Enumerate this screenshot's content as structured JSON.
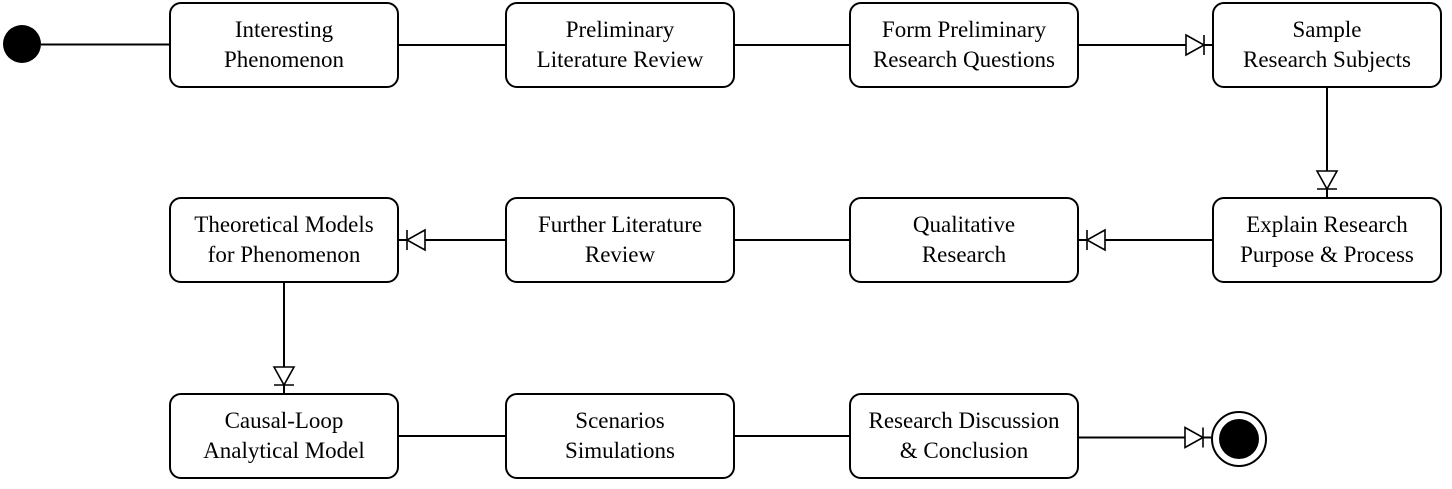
{
  "diagram": {
    "nodes": [
      {
        "id": "interesting-phenomenon",
        "lines": [
          "Interesting",
          "Phenomenon"
        ]
      },
      {
        "id": "preliminary-literature-review",
        "lines": [
          "Preliminary",
          "Literature Review"
        ]
      },
      {
        "id": "form-preliminary-research-questions",
        "lines": [
          "Form Preliminary",
          "Research Questions"
        ]
      },
      {
        "id": "sample-research-subjects",
        "lines": [
          "Sample",
          "Research Subjects"
        ]
      },
      {
        "id": "explain-research-purpose-process",
        "lines": [
          "Explain Research",
          "Purpose & Process"
        ]
      },
      {
        "id": "qualitative-research",
        "lines": [
          "Qualitative",
          "Research"
        ]
      },
      {
        "id": "further-literature-review",
        "lines": [
          "Further Literature",
          "Review"
        ]
      },
      {
        "id": "theoretical-models-for-phenomenon",
        "lines": [
          "Theoretical Models",
          "for Phenomenon"
        ]
      },
      {
        "id": "causal-loop-analytical-model",
        "lines": [
          "Causal-Loop",
          "Analytical Model"
        ]
      },
      {
        "id": "scenarios-simulations",
        "lines": [
          "Scenarios",
          "Simulations"
        ]
      },
      {
        "id": "research-discussion-conclusion",
        "lines": [
          "Research Discussion",
          "& Conclusion"
        ]
      }
    ],
    "edges": [
      {
        "from": "start",
        "to": "interesting-phenomenon",
        "arrow": false
      },
      {
        "from": "interesting-phenomenon",
        "to": "preliminary-literature-review",
        "arrow": false
      },
      {
        "from": "preliminary-literature-review",
        "to": "form-preliminary-research-questions",
        "arrow": false
      },
      {
        "from": "form-preliminary-research-questions",
        "to": "sample-research-subjects",
        "arrow": true
      },
      {
        "from": "sample-research-subjects",
        "to": "explain-research-purpose-process",
        "arrow": true
      },
      {
        "from": "explain-research-purpose-process",
        "to": "qualitative-research",
        "arrow": true
      },
      {
        "from": "qualitative-research",
        "to": "further-literature-review",
        "arrow": false
      },
      {
        "from": "further-literature-review",
        "to": "theoretical-models-for-phenomenon",
        "arrow": true
      },
      {
        "from": "theoretical-models-for-phenomenon",
        "to": "causal-loop-analytical-model",
        "arrow": true
      },
      {
        "from": "causal-loop-analytical-model",
        "to": "scenarios-simulations",
        "arrow": false
      },
      {
        "from": "scenarios-simulations",
        "to": "research-discussion-conclusion",
        "arrow": false
      },
      {
        "from": "research-discussion-conclusion",
        "to": "end",
        "arrow": true
      }
    ]
  }
}
